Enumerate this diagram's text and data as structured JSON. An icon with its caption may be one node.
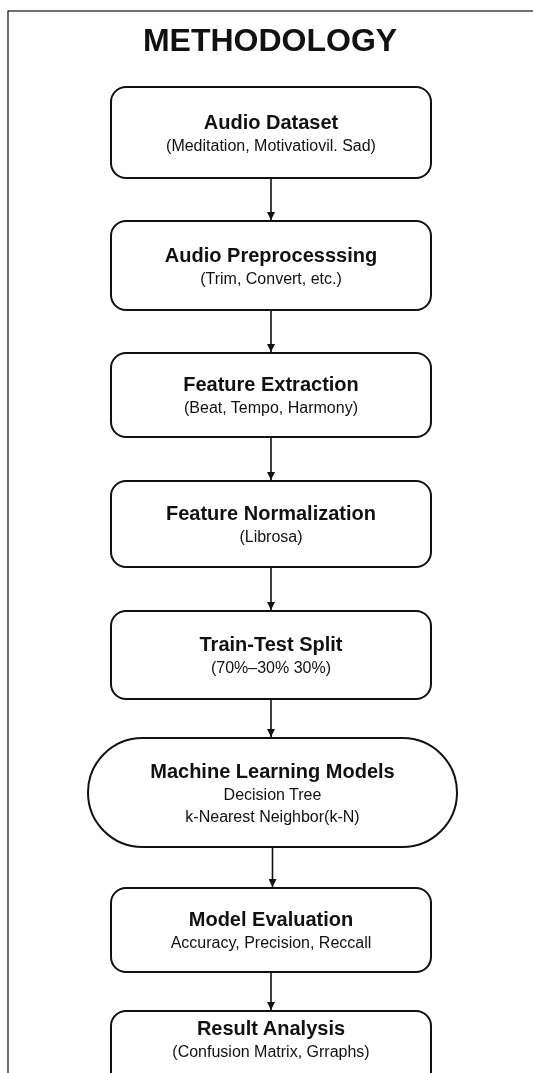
{
  "diagram": {
    "title": "METHODOLOGY",
    "nodes": [
      {
        "text": [
          "Audio Dataset",
          "(Meditation, Motivatiovil. Sad)"
        ]
      },
      {
        "text": [
          "Audio Preprocesssing",
          "(Trim, Convert, etc.)"
        ]
      },
      {
        "text": [
          "Feature Extraction",
          "(Beat, Tempo, Harmony)"
        ]
      },
      {
        "text": [
          "Feature Normalization",
          "(Librosa)"
        ]
      },
      {
        "text": [
          "Train-Test Split",
          "(70%–30% 30%)"
        ]
      },
      {
        "text": [
          "Machine Learning Models",
          "Decision Tree",
          "k-Nearest Neighbor(k-N)"
        ]
      },
      {
        "text": [
          "Model Evaluation",
          "Accuracy, Precision, Reccall"
        ]
      },
      {
        "text": [
          "Result Analysis",
          "(Confusion Matrix, Grraphs)"
        ]
      }
    ],
    "edges": [
      {
        "from": 0,
        "to": 1,
        "arrow": "to"
      },
      {
        "from": 1,
        "to": 2,
        "arrow": "to"
      },
      {
        "from": 2,
        "to": 3,
        "arrow": "to"
      },
      {
        "from": 3,
        "to": 4,
        "arrow": "to"
      },
      {
        "from": 4,
        "to": 5,
        "arrow": "to"
      },
      {
        "from": 5,
        "to": 6,
        "arrow": "to"
      },
      {
        "from": 6,
        "to": 7,
        "arrow": "to"
      }
    ]
  }
}
